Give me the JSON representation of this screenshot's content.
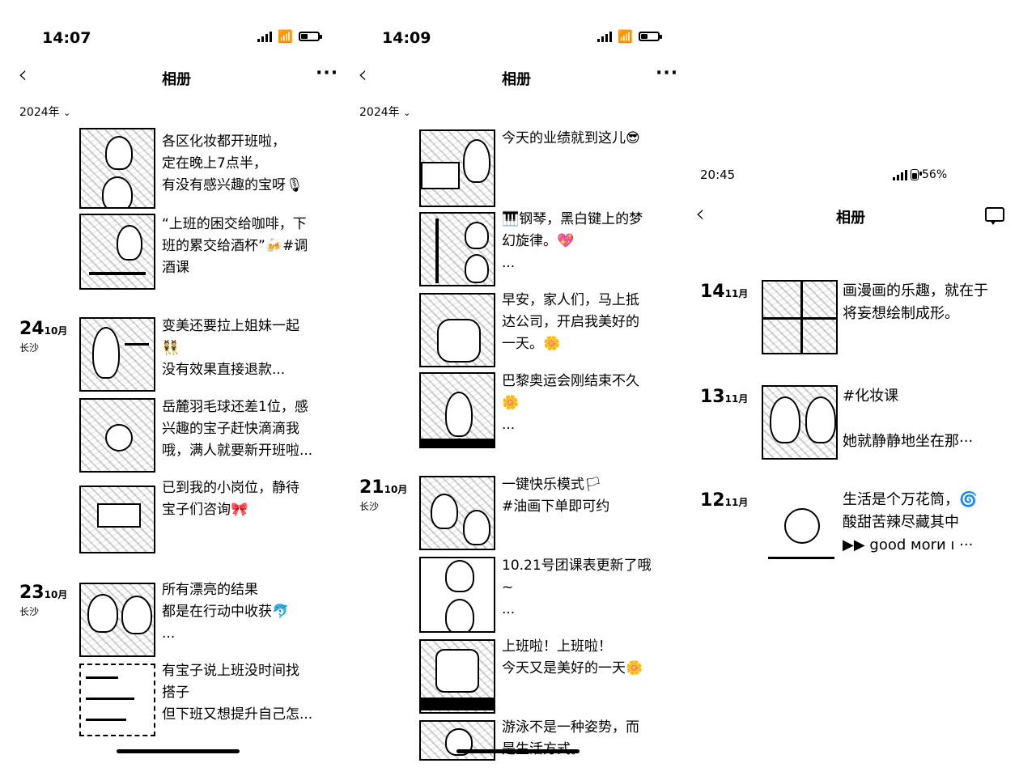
{
  "screen1": {
    "time": "14:07",
    "nav": {
      "title": "相册",
      "more": "···"
    },
    "year": "2024年",
    "groups": [
      {
        "day": "",
        "month": "",
        "location": ""
      },
      {
        "day": "24",
        "month": "10月",
        "location": "长沙"
      },
      {
        "day": "23",
        "month": "10月",
        "location": "长沙"
      }
    ],
    "posts": [
      {
        "text": "各区化妆都开班啦，\n定在晚上7点半，\n有没有感兴趣的宝呀🎙"
      },
      {
        "text": "“上班的困交给咖啡，下\n班的累交给酒杯”🍻#调\n酒课"
      },
      {
        "text": "变美还要拉上姐妹一起\n👯\n没有效果直接退款..."
      },
      {
        "text": "岳麓羽毛球还差1位，感\n兴趣的宝子赶快滴滴我\n哦，满人就要新开班啦..."
      },
      {
        "text": "已到我的小岗位，静待\n宝子们咨询🎀"
      },
      {
        "text": "所有漂亮的结果\n都是在行动中收获🐬\n..."
      },
      {
        "text": "有宝子说上班没时间找\n搭子\n但下班又想提升自己怎..."
      }
    ]
  },
  "screen2": {
    "time": "14:09",
    "nav": {
      "title": "相册",
      "more": "···"
    },
    "year": "2024年",
    "groups": [
      {
        "day": "21",
        "month": "10月",
        "location": "长沙"
      }
    ],
    "posts": [
      {
        "text": "今天的业绩就到这儿😎"
      },
      {
        "text": "🎹钢琴，黑白键上的梦\n幻旋律。💖\n..."
      },
      {
        "text": "早安，家人们，马上抵\n达公司，开启我美好的\n一天。🌼"
      },
      {
        "text": "巴黎奥运会刚结束不久\n🌼\n..."
      },
      {
        "text": "一键快乐模式🏳\n#油画下单即可约"
      },
      {
        "text": "10.21号团课表更新了哦\n~\n..."
      },
      {
        "text": "上班啦！上班啦！\n今天又是美好的一天🌼"
      },
      {
        "text": "游泳不是一种姿势，而\n是生活方式。"
      }
    ]
  },
  "screen3": {
    "time": "20:45",
    "status_right": "56%",
    "nav": {
      "title": "相册"
    },
    "groups": [
      {
        "day": "14",
        "month": "11月"
      },
      {
        "day": "13",
        "month": "11月"
      },
      {
        "day": "12",
        "month": "11月"
      }
    ],
    "posts": [
      {
        "text": "画漫画的乐趣，就在于\n将妄想绘制成形。"
      },
      {
        "text": "#化妆课\n\n她就静静地坐在那···"
      },
      {
        "text": "生活是个万花筒，🌀\n酸甜苦辣尽藏其中\n▶▶ good мorи ı ···"
      }
    ]
  },
  "icons": {
    "back": "chevron-left-icon",
    "more": "more-dots-icon",
    "message": "message-icon",
    "signal": "signal-icon",
    "wifi": "wifi-icon",
    "battery": "battery-icon",
    "year_dropdown": "chevron-down-icon"
  },
  "colors": {
    "background": "#ffffff",
    "text": "#000000"
  },
  "battery_level": {
    "screen1": 0.4,
    "screen2": 0.4
  }
}
